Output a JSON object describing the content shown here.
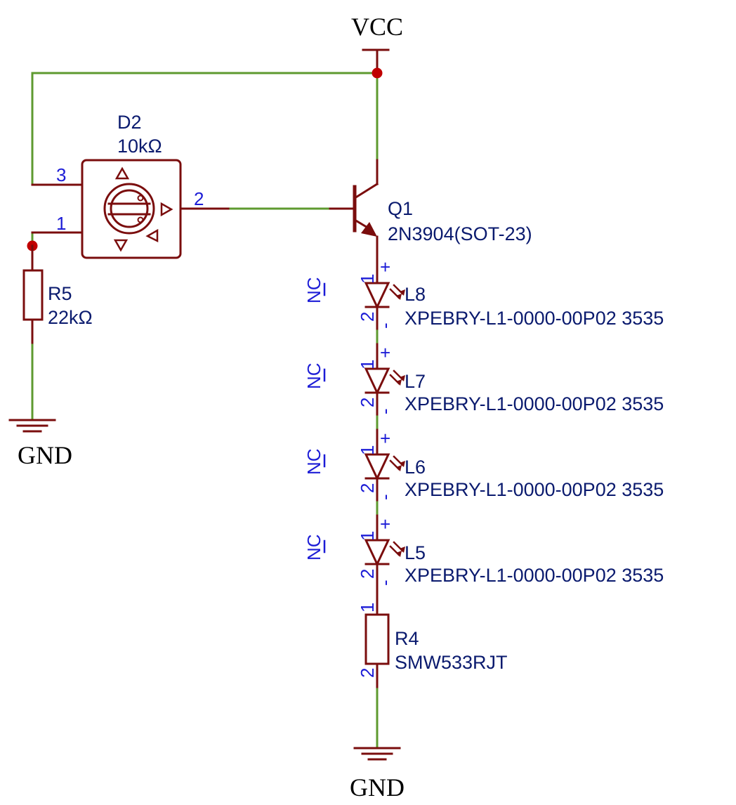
{
  "nets": {
    "vcc": "VCC",
    "gnd_left": "GND",
    "gnd_right": "GND"
  },
  "d2": {
    "ref": "D2",
    "value": "10kΩ",
    "pin3": "3",
    "pin1": "1",
    "pin2": "2"
  },
  "q1": {
    "ref": "Q1",
    "value": "2N3904(SOT-23)"
  },
  "r5": {
    "ref": "R5",
    "value": "22kΩ"
  },
  "r4": {
    "ref": "R4",
    "value": "SMW533RJT",
    "pin1": "1",
    "pin2": "2"
  },
  "leds": [
    {
      "ref": "L8",
      "value": "XPEBRY-L1-0000-00P02 3535",
      "nc": "NC",
      "pin1": "1",
      "pin2": "2",
      "plus": "+",
      "minus": "-"
    },
    {
      "ref": "L7",
      "value": "XPEBRY-L1-0000-00P02 3535",
      "nc": "NC",
      "pin1": "1",
      "pin2": "2",
      "plus": "+",
      "minus": "-"
    },
    {
      "ref": "L6",
      "value": "XPEBRY-L1-0000-00P02 3535",
      "nc": "NC",
      "pin1": "1",
      "pin2": "2",
      "plus": "+",
      "minus": "-"
    },
    {
      "ref": "L5",
      "value": "XPEBRY-L1-0000-00P02 3535",
      "nc": "NC",
      "pin1": "1",
      "pin2": "2",
      "plus": "+",
      "minus": "-"
    }
  ],
  "colors": {
    "wire": "#5e9a2f",
    "part": "#7a0d0d",
    "junction": "#c00000",
    "pin_text": "#1c1cd6",
    "ref_text": "#0a1a6e"
  }
}
